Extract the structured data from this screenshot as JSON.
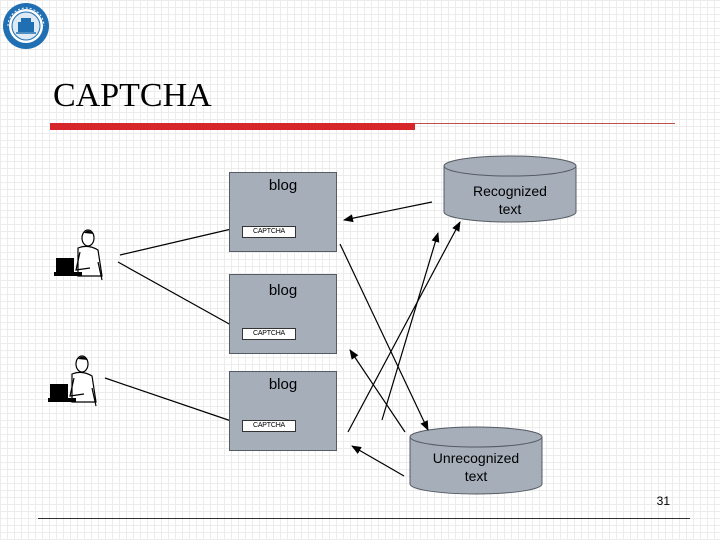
{
  "slide": {
    "title": "CAPTCHA",
    "page_number": "31"
  },
  "diagram": {
    "blogs": [
      {
        "label": "blog",
        "captcha_label": "CAPTCHA"
      },
      {
        "label": "blog",
        "captcha_label": "CAPTCHA"
      },
      {
        "label": "blog",
        "captcha_label": "CAPTCHA"
      }
    ],
    "databases": [
      {
        "line1": "Recognized",
        "line2": "text"
      },
      {
        "line1": "Unrecognized",
        "line2": "text"
      }
    ],
    "icons": [
      "university-seal-icon",
      "person-at-computer-icon",
      "person-at-computer-icon"
    ]
  },
  "colors": {
    "box_fill": "#a6aeba",
    "title_rule": "#d7262a"
  }
}
